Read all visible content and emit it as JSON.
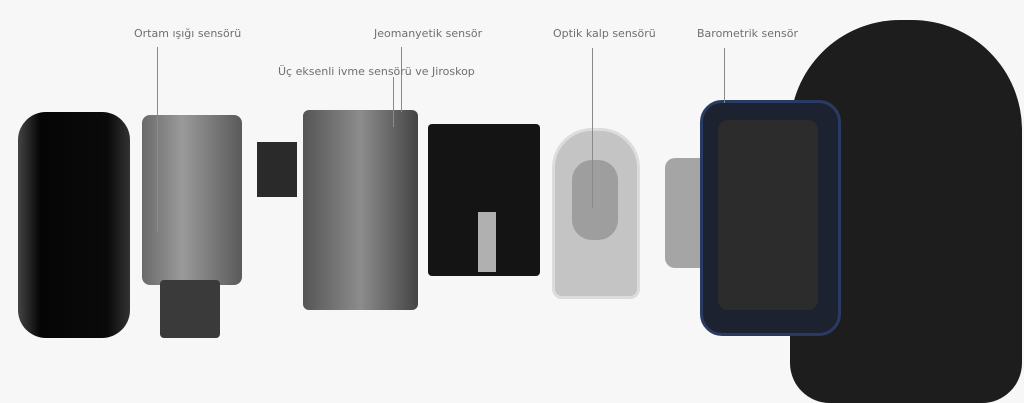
{
  "labels": {
    "ambient_light": "Ortam ışığı sensörü",
    "geomagnetic": "Jeomanyetik sensör",
    "accel_gyro": "Üç eksenli ivme sensörü ve Jiroskop",
    "optical_heart": "Optik kalp sensörü",
    "barometric": "Barometrik sensör"
  }
}
